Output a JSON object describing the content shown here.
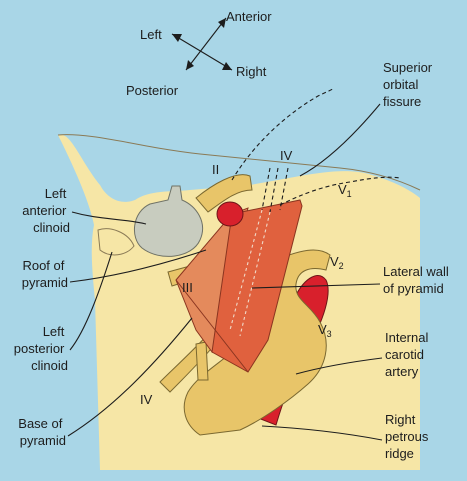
{
  "orientation": {
    "anterior": "Anterior",
    "left": "Left",
    "right": "Right",
    "posterior": "Posterior"
  },
  "labels": {
    "superior_orbital_fissure": [
      "Superior",
      "orbital",
      "fissure"
    ],
    "left_anterior_clinoid": [
      "Left",
      "anterior",
      "clinoid"
    ],
    "roof_of_pyramid": [
      "Roof of",
      "pyramid"
    ],
    "left_posterior_clinoid": [
      "Left",
      "posterior",
      "clinoid"
    ],
    "base_of_pyramid": [
      "Base of",
      "pyramid"
    ],
    "lateral_wall_of_pyramid": [
      "Lateral wall",
      "of pyramid"
    ],
    "internal_carotid_artery": [
      "Internal",
      "carotid",
      "artery"
    ],
    "right_petrous_ridge": [
      "Right",
      "petrous",
      "ridge"
    ]
  },
  "nerves": {
    "ii": "II",
    "iii": "III",
    "iv_top": "IV",
    "iv_bottom": "IV",
    "v": "V",
    "v1_sub": "1",
    "v2_sub": "2",
    "v3_sub": "3"
  },
  "colors": {
    "background": "#a9d6e7",
    "bone": "#f6e6a6",
    "nerve": "#e8c569",
    "artery": "#d8202c",
    "pyramid_wall": "#e0613e",
    "pyramid_roof": "#e48a5c",
    "clinoid": "#c8ccbf"
  }
}
